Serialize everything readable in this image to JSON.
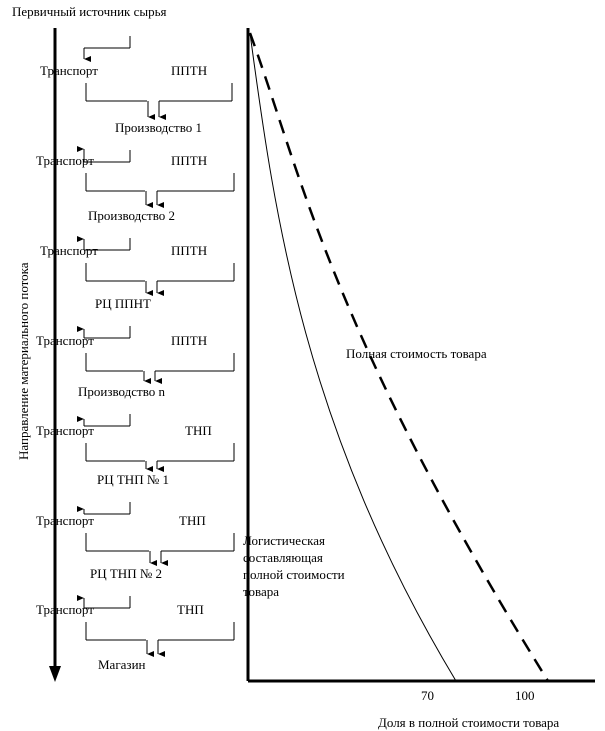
{
  "diagram": {
    "source_title": "Первичный источник сырья",
    "flow_axis_label": "Направление материального потока",
    "stages": [
      {
        "transport": "Транспорт",
        "cargo": "ППТН",
        "node": "Производство 1"
      },
      {
        "transport": "Транспорт",
        "cargo": "ППТН",
        "node": "Производство 2"
      },
      {
        "transport": "Транспорт",
        "cargo": "ППТН",
        "node": "РЦ ППНТ"
      },
      {
        "transport": "Транспорт",
        "cargo": "ППТН",
        "node": "Производство n"
      },
      {
        "transport": "Транспорт",
        "cargo": "ТНП",
        "node": "РЦ ТНП № 1"
      },
      {
        "transport": "Транспорт",
        "cargo": "ТНП",
        "node": "РЦ ТНП № 2"
      },
      {
        "transport": "Транспорт",
        "cargo": "ТНП",
        "node": "Магазин"
      }
    ]
  },
  "chart_data": {
    "type": "line",
    "xlabel": "Доля в полной стоимости товара",
    "x_ticks": [
      "70",
      "100"
    ],
    "series": [
      {
        "name": "Полная стоимость товара",
        "style": "dashed",
        "x_end": 100
      },
      {
        "name": "Логистическая составляющая полной стоимости товара",
        "style": "solid",
        "x_end": 70
      }
    ]
  }
}
